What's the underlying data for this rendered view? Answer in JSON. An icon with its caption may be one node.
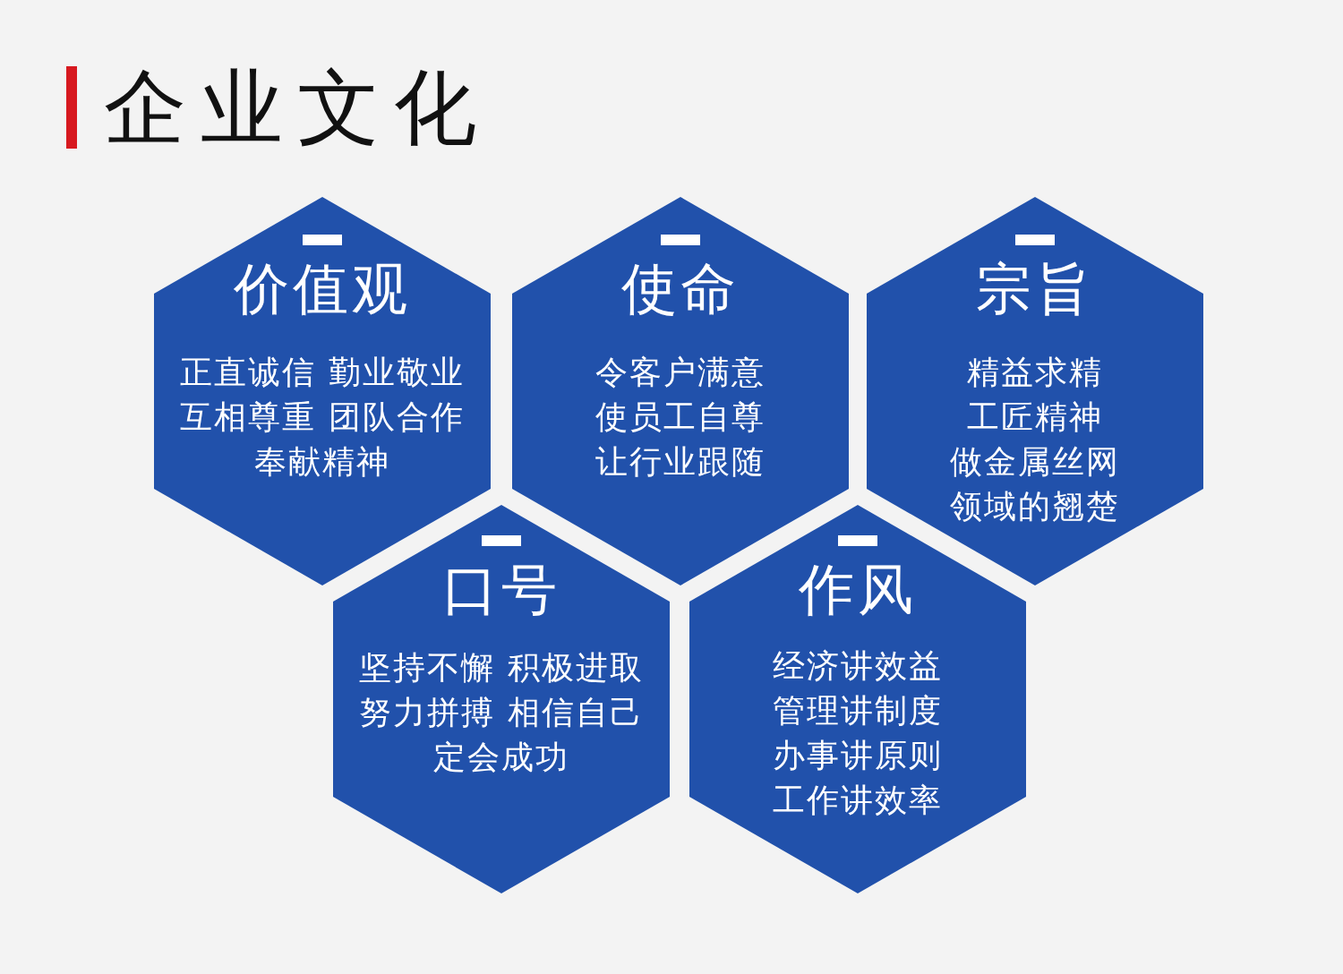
{
  "diagram": {
    "title": "企业文化",
    "nodes": [
      {
        "text": [
          "价值观",
          "正直诚信 勤业敬业",
          "互相尊重 团队合作",
          "奉献精神"
        ]
      },
      {
        "text": [
          "使命",
          "令客户满意",
          "使员工自尊",
          "让行业跟随"
        ]
      },
      {
        "text": [
          "宗旨",
          "精益求精",
          "工匠精神",
          "做金属丝网领域的翘楚"
        ]
      },
      {
        "text": [
          "口号",
          "坚持不懈 积极进取",
          "努力拼搏 相信自己",
          "定会成功"
        ]
      },
      {
        "text": [
          "作风",
          "经济讲效益",
          "管理讲制度",
          "办事讲原则",
          "工作讲效率"
        ]
      }
    ]
  }
}
